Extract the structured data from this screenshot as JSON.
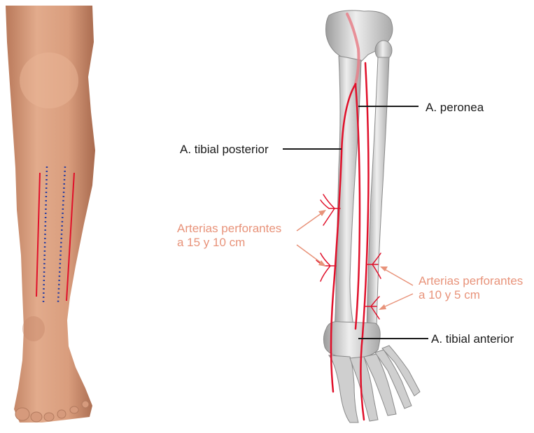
{
  "labels": {
    "peronea": "A. peronea",
    "tibial_posterior": "A. tibial posterior",
    "tibial_anterior": "A. tibial anterior",
    "perforantes_upper_line1": "Arterias perforantes",
    "perforantes_upper_line2": "a 15 y 10 cm",
    "perforantes_lower_line1": "Arterias perforantes",
    "perforantes_lower_line2": "a 10 y 5 cm"
  },
  "colors": {
    "artery": "#e0102a",
    "label_dark": "#1a1a1a",
    "label_accent": "#e8937a",
    "dotted_marking": "#2a3fa0",
    "skin": "#d9a183",
    "bone": "#dcdcdc"
  }
}
